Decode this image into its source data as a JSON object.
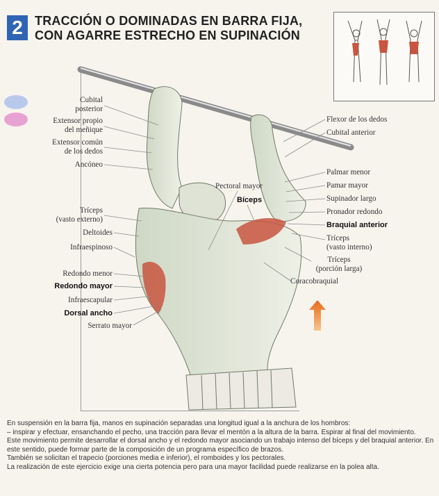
{
  "header": {
    "number": "2",
    "title_line1": "TRACCIÓN O DOMINADAS EN BARRA FIJA,",
    "title_line2": "CON AGARRE ESTRECHO EN SUPINACIÓN"
  },
  "labels_left": [
    {
      "id": "cubital-posterior",
      "line1": "Cubital",
      "line2": "posterior"
    },
    {
      "id": "extensor-propio",
      "line1": "Extensor propio",
      "line2": "del meñique"
    },
    {
      "id": "extensor-comun",
      "line1": "Extensor común",
      "line2": "de los dedos"
    },
    {
      "id": "anconeo",
      "line1": "Ancóneo"
    },
    {
      "id": "triceps-vasto-externo",
      "line1": "Tríceps",
      "line2": "(vasto externo)"
    },
    {
      "id": "deltoides",
      "line1": "Deltoides"
    },
    {
      "id": "infraespinoso",
      "line1": "Infraespinoso"
    },
    {
      "id": "redondo-menor",
      "line1": "Redondo menor"
    },
    {
      "id": "redondo-mayor",
      "line1": "Redondo mayor"
    },
    {
      "id": "infraescapular",
      "line1": "Infraescapular"
    },
    {
      "id": "dorsal-ancho",
      "line1": "Dorsal ancho"
    },
    {
      "id": "serrato-mayor",
      "line1": "Serrato mayor"
    }
  ],
  "labels_right": [
    {
      "id": "flexor-dedos",
      "line1": "Flexor de los dedos"
    },
    {
      "id": "cubital-anterior",
      "line1": "Cubital anterior"
    },
    {
      "id": "palmar-menor",
      "line1": "Palmar menor"
    },
    {
      "id": "palmar-mayor",
      "line1": "Pamar mayor"
    },
    {
      "id": "supinador-largo",
      "line1": "Supinador largo"
    },
    {
      "id": "pronador-redondo",
      "line1": "Pronador redondo"
    },
    {
      "id": "braquial-anterior",
      "line1": "Braquial anterior"
    },
    {
      "id": "triceps-vasto-interno",
      "line1": "Tríceps",
      "line2": "(vasto interno)"
    },
    {
      "id": "triceps-porcion-larga",
      "line1": "Tríceps",
      "line2": "(porción larga)"
    },
    {
      "id": "coracobraquial",
      "line1": "Coracobraquial"
    }
  ],
  "labels_center": [
    {
      "id": "pectoral-mayor",
      "line1": "Pectoral mayor"
    },
    {
      "id": "biceps",
      "line1": "Bíceps"
    }
  ],
  "description": [
    "En suspensión en la barra fija, manos en supinación separadas una longitud igual a la anchura de los hombros:",
    "– inspirar y efectuar, ensanchando el pecho, una tracción para llevar el mentón a la altura de la barra. Espirar al final del movimiento.",
    "Este movimiento permite desarrollar el dorsal ancho y el redondo mayor asociando un trabajo intenso del bíceps y del braquial anterior. En este sentido, puede formar parte de la composición de un programa específico de brazos.",
    "También se solicitan el trapecio (porciones media e inferior), el romboides y los pectorales.",
    "La realización de este ejercicio exige una cierta potencia pero para una mayor facilidad puede realizarse en la polea alta."
  ],
  "colors": {
    "number_bg": "#2f63b4",
    "legend_blue": "#b8c9ec",
    "legend_pink": "#e8a2d2",
    "muscle_red": "#c8553f",
    "arrow": "#e8772a"
  }
}
